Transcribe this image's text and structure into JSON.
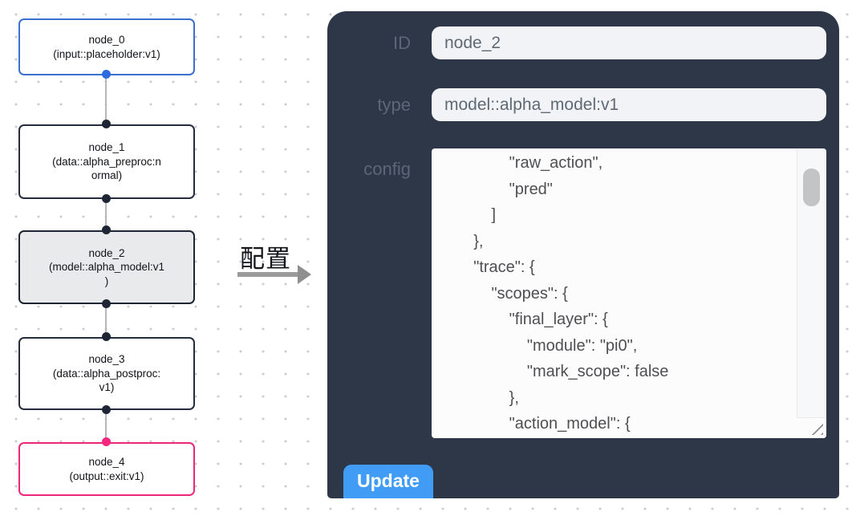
{
  "canvas": {
    "nodes": [
      {
        "title": "node_0",
        "lines": [
          "(input::placeholder:v1)"
        ]
      },
      {
        "title": "node_1",
        "lines": [
          "(data::alpha_preproc:n",
          "ormal)"
        ]
      },
      {
        "title": "node_2",
        "lines": [
          "(model::alpha_model:v1",
          ")"
        ]
      },
      {
        "title": "node_3",
        "lines": [
          "(data::alpha_postproc:",
          "v1)"
        ]
      },
      {
        "title": "node_4",
        "lines": [
          "(output::exit:v1)"
        ]
      }
    ],
    "annotation_label": "配置"
  },
  "panel": {
    "id_label": "ID",
    "id_value": "node_2",
    "type_label": "type",
    "type_value": "model::alpha_model:v1",
    "config_label": "config",
    "config_text": "            \"raw_action\",\n            \"pred\"\n        ]\n    },\n    \"trace\": {\n        \"scopes\": {\n            \"final_layer\": {\n                \"module\": \"pi0\",\n                \"mark_scope\": false\n            },\n            \"action_model\": {",
    "update_label": "Update"
  },
  "colors": {
    "panel_bg": "#2d3748",
    "node_border_dark": "#1e2636",
    "node_border_blue": "#3b6fd0",
    "node_border_pink": "#ee2578",
    "selected_node_bg": "#e9eaec",
    "port_blue": "#2e6be0",
    "port_pink": "#f5267d",
    "update_button_bg": "#409cf5",
    "input_bg": "#f1f3f7"
  }
}
